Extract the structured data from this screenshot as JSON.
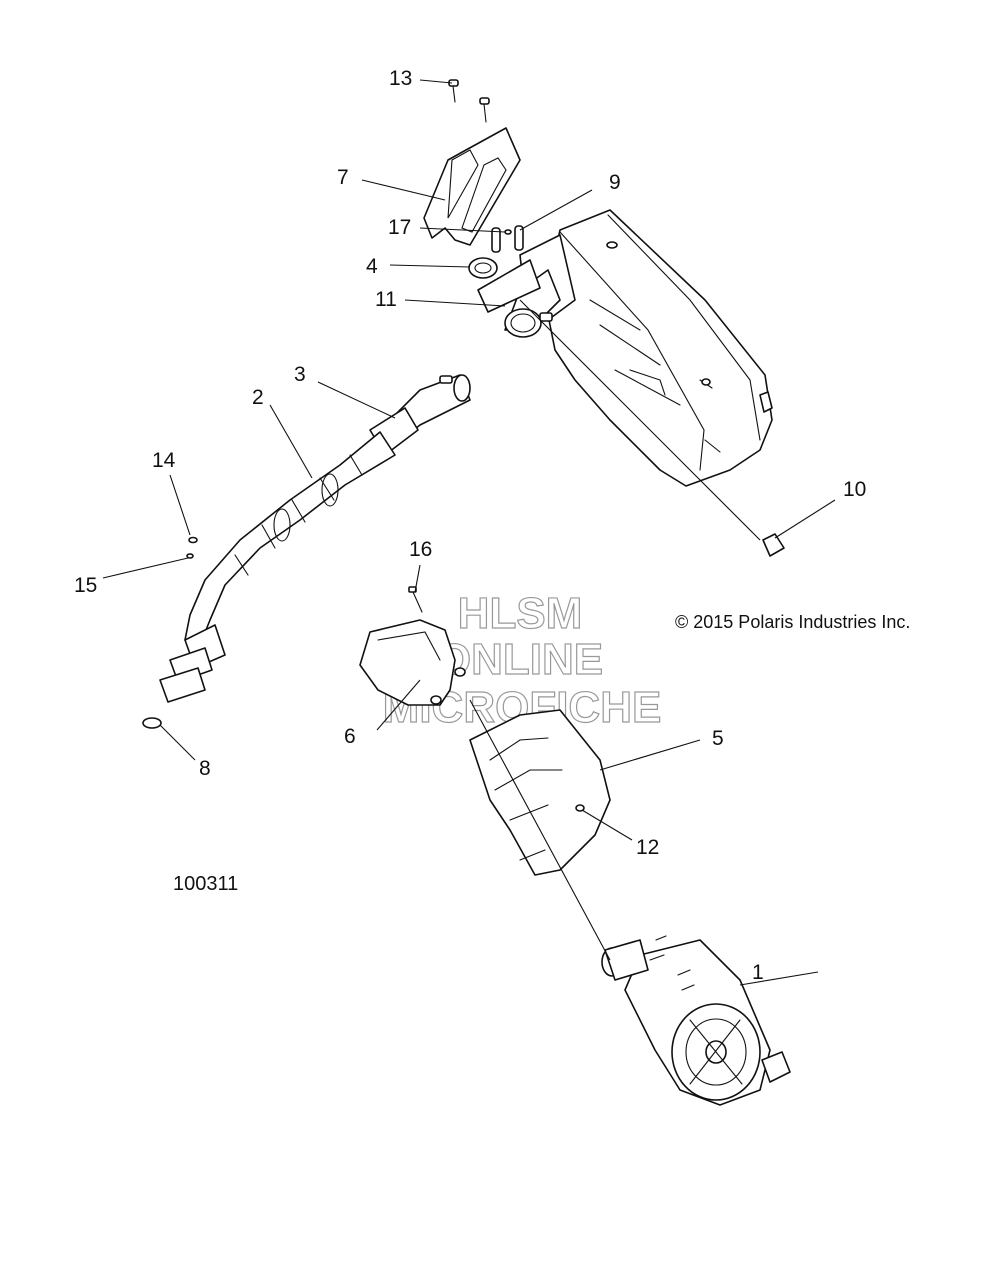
{
  "diagram": {
    "id_label": "100311",
    "copyright": "© 2015 Polaris Industries Inc.",
    "watermark": [
      "HLSM",
      "ONLINE",
      "MICROFICHE"
    ],
    "callouts": [
      {
        "label": "1"
      },
      {
        "label": "2"
      },
      {
        "label": "3"
      },
      {
        "label": "4"
      },
      {
        "label": "5"
      },
      {
        "label": "6"
      },
      {
        "label": "7"
      },
      {
        "label": "8"
      },
      {
        "label": "9"
      },
      {
        "label": "10"
      },
      {
        "label": "11"
      },
      {
        "label": "12"
      },
      {
        "label": "13"
      },
      {
        "label": "14"
      },
      {
        "label": "15"
      },
      {
        "label": "16"
      },
      {
        "label": "17"
      }
    ]
  }
}
